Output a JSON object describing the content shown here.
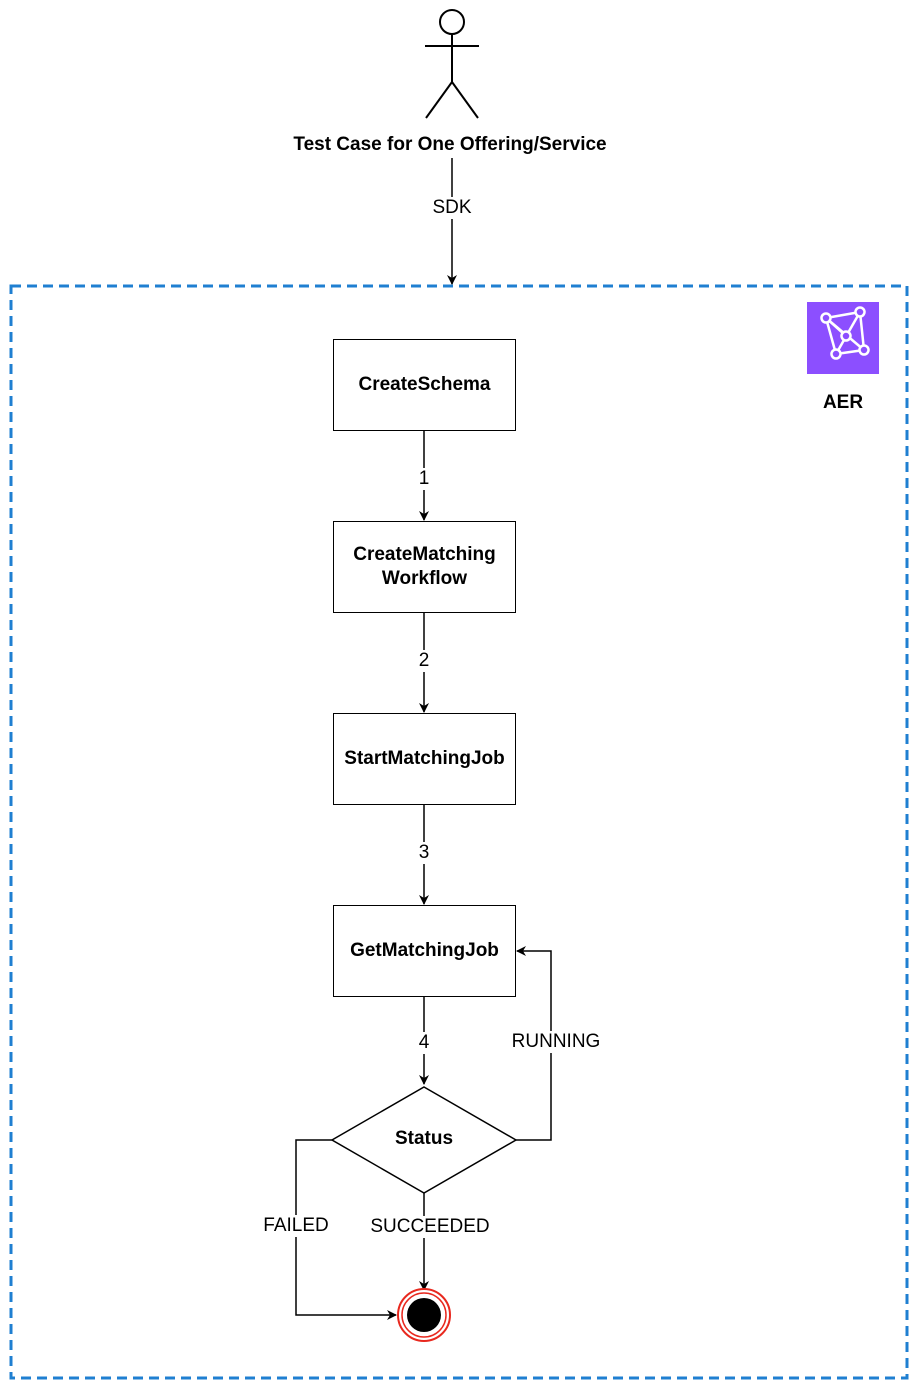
{
  "actor": {
    "label": "Test Case for One Offering/Service",
    "edge_label": "SDK",
    "icon": "stick-figure-icon"
  },
  "container": {
    "border_color": "#1f7fd1"
  },
  "service": {
    "label": "AER",
    "icon": "entity-resolution-icon",
    "icon_color": "#8c4fff"
  },
  "steps": [
    {
      "label": "CreateSchema"
    },
    {
      "label": "CreateMatching Workflow"
    },
    {
      "label": "StartMatchingJob"
    },
    {
      "label": "GetMatchingJob"
    }
  ],
  "edge_labels": [
    "1",
    "2",
    "3",
    "4"
  ],
  "decision": {
    "label": "Status",
    "running": "RUNNING",
    "failed": "FAILED",
    "succeeded": "SUCCEEDED"
  },
  "end_node": {
    "icon": "end-state-icon",
    "ring_color": "#e8281e"
  }
}
